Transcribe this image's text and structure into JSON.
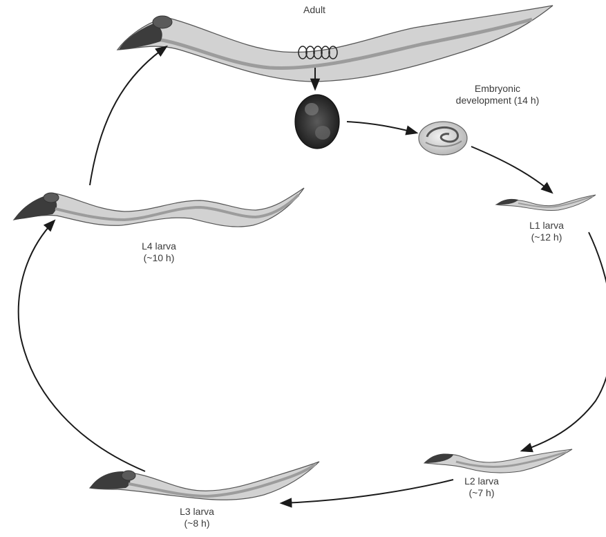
{
  "title": "Adult",
  "embryo": {
    "line1": "Embryonic",
    "line2": "development (14 h)"
  },
  "stages": {
    "l1": {
      "name": "L1 larva",
      "duration": "(~12 h)"
    },
    "l2": {
      "name": "L2 larva",
      "duration": "(~7 h)"
    },
    "l3": {
      "name": "L3 larva",
      "duration": "(~8 h)"
    },
    "l4": {
      "name": "L4 larva",
      "duration": "(~10 h)"
    }
  },
  "colors": {
    "arrow": "#1a1a1a",
    "worm_body": "#d2d2d2",
    "worm_stripe": "#9c9c9c",
    "worm_head": "#3c3c3c",
    "egg": "#2a2a2a"
  }
}
